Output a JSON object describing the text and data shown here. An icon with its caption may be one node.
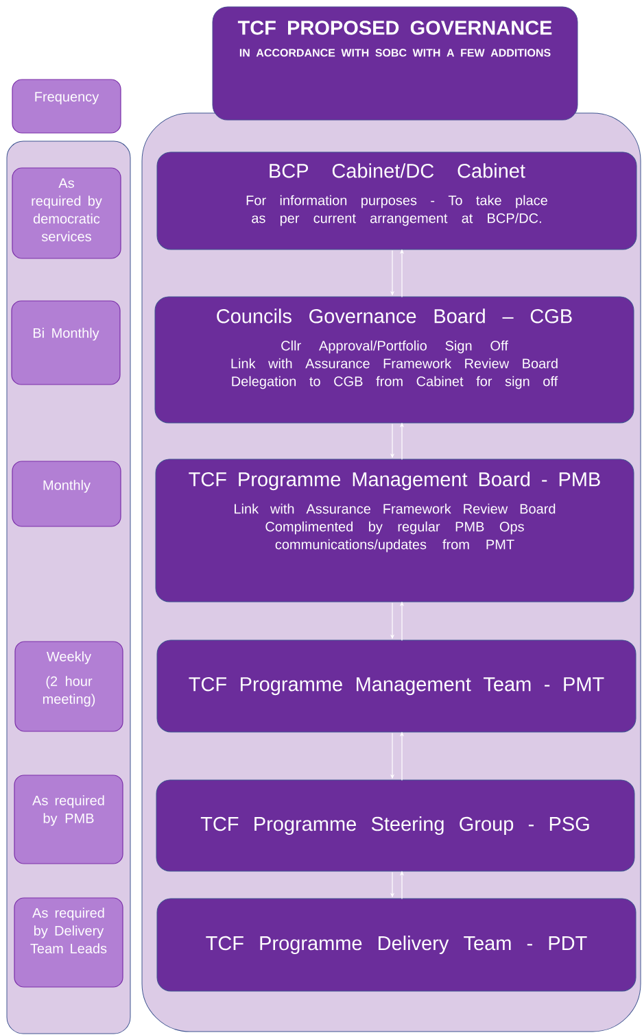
{
  "diagram": {
    "nodes": [
      {
        "text": [
          "TCF PROPOSED GOVERNANCE",
          "IN ACCORDANCE WITH SOBC WITH A FEW ADDITIONS"
        ]
      },
      {
        "text": [
          "Frequency"
        ]
      },
      {
        "text": [],
        "shape": "box"
      },
      {
        "text": [
          "As required by democratic services"
        ],
        "in": 2
      },
      {
        "text": [
          "Bi Monthly"
        ],
        "in": 2
      },
      {
        "text": [
          "Monthly"
        ],
        "in": 2
      },
      {
        "text": [
          "Weekly",
          "(2 hour meeting)"
        ],
        "in": 2
      },
      {
        "text": [
          "As required by PMB"
        ],
        "in": 2
      },
      {
        "text": [
          "As required by Delivery Team Leads"
        ],
        "in": 2
      },
      {
        "text": [],
        "shape": "box"
      },
      {
        "text": [
          "BCP Cabinet/DC Cabinet",
          "For information purposes - To take place as per current arrangement at BCP/DC."
        ],
        "in": 9
      },
      {
        "text": [
          "Councils Governance Board – CGB",
          "Cllr Approval/Portfolio Sign Off",
          "Link with Assurance Framework Review Board",
          "Delegation to CGB from Cabinet for sign off"
        ],
        "in": 9
      },
      {
        "text": [
          "TCF Programme Management Board - PMB",
          "Link with Assurance Framework Review Board",
          "Complimented by regular PMB Ops communications/updates from PMT"
        ],
        "in": 9
      },
      {
        "text": [
          "TCF Programme Management Team - PMT"
        ],
        "in": 9
      },
      {
        "text": [
          "TCF Programme Steering Group - PSG"
        ],
        "in": 9
      },
      {
        "text": [
          "TCF Programme Delivery Team - PDT"
        ],
        "in": 9
      }
    ],
    "edges": [
      {
        "from": 10,
        "to": 11,
        "arrow": "to"
      },
      {
        "from": 11,
        "to": 10,
        "arrow": "to"
      },
      {
        "from": 11,
        "to": 12,
        "arrow": "to"
      },
      {
        "from": 12,
        "to": 11,
        "arrow": "to"
      },
      {
        "from": 12,
        "to": 13,
        "arrow": "to"
      },
      {
        "from": 13,
        "to": 12,
        "arrow": "to"
      },
      {
        "from": 13,
        "to": 14,
        "arrow": "to"
      },
      {
        "from": 14,
        "to": 13,
        "arrow": "to"
      },
      {
        "from": 14,
        "to": 15,
        "arrow": "to"
      },
      {
        "from": 15,
        "to": 14,
        "arrow": "to"
      }
    ]
  }
}
